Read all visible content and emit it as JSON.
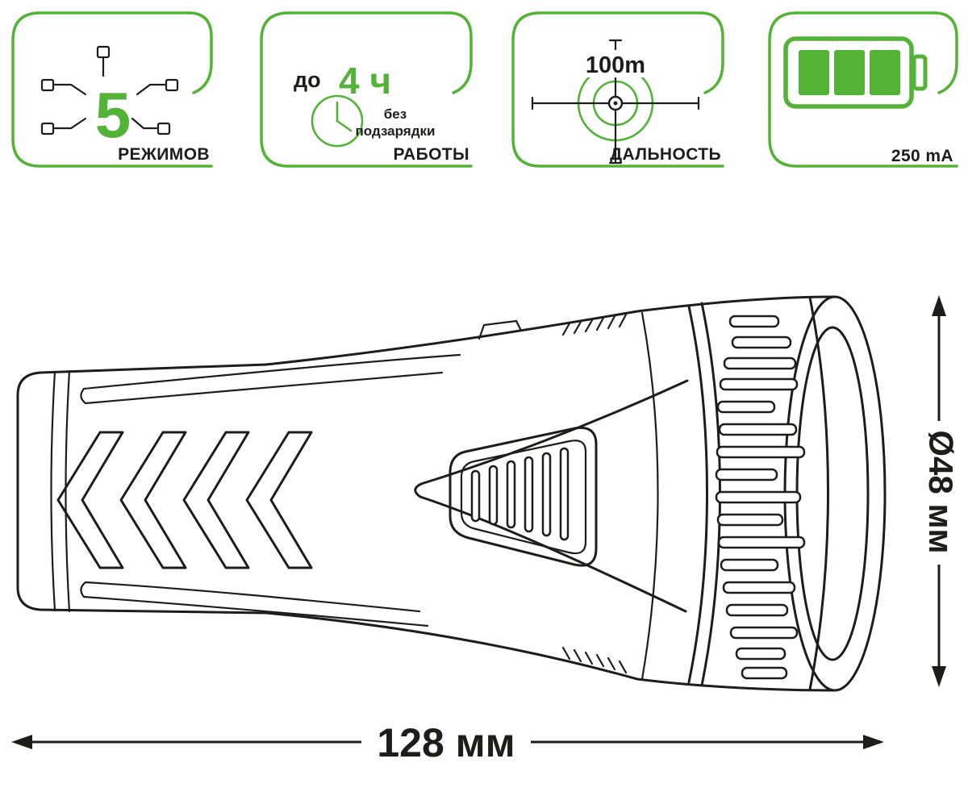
{
  "colors": {
    "accent": "#53b336",
    "line": "#1d1d1b",
    "text": "#1d1d1b"
  },
  "badges": {
    "modes": {
      "value": "5",
      "label": "РЕЖИМОВ"
    },
    "runtime": {
      "prefix": "до",
      "value": "4 ч",
      "note1": "без",
      "note2": "подзарядки",
      "label": "РАБОТЫ"
    },
    "range": {
      "distance": "100m",
      "label": "ДАЛЬНОСТЬ"
    },
    "battery": {
      "label": "250 mA"
    }
  },
  "dimensions": {
    "length": "128 мм",
    "diameter": "Ø48 мм"
  }
}
